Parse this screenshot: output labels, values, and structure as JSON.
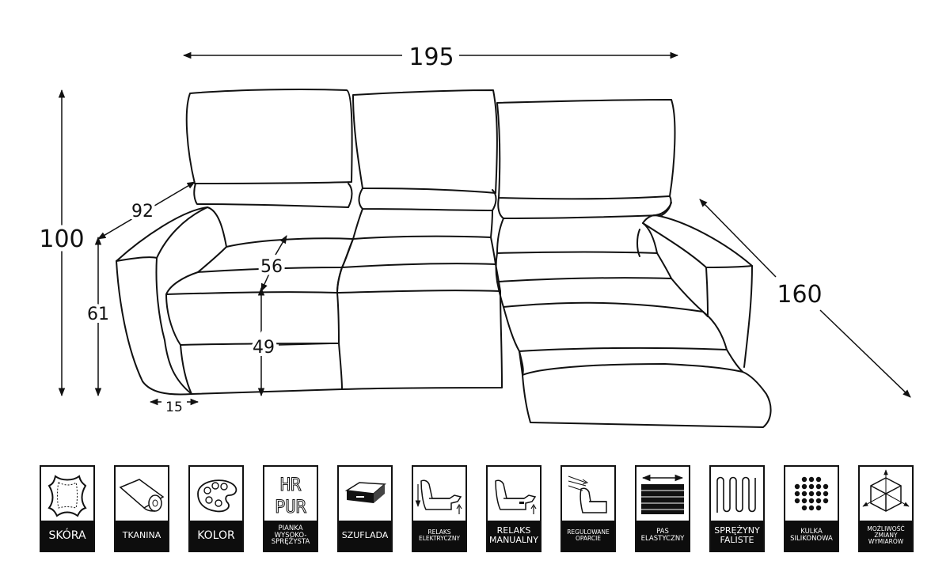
{
  "dimensions": {
    "width": "195",
    "height": "100",
    "depth": "92",
    "seat_depth": "56",
    "arm_height": "61",
    "seat_height": "49",
    "arm_width": "15",
    "extended_depth": "160"
  },
  "features": [
    {
      "id": "skora",
      "label": "SKÓRA",
      "icon": "leather-hide-icon"
    },
    {
      "id": "tkanina",
      "label": "TKANINA",
      "icon": "fabric-roll-icon"
    },
    {
      "id": "kolor",
      "label": "KOLOR",
      "icon": "paint-palette-icon"
    },
    {
      "id": "pianka",
      "label": "PIANKA\nWYSOKO-\nSPRĘŻYSTA",
      "icon_text": "HR\nPUR",
      "icon": "hr-pur-foam-icon"
    },
    {
      "id": "szuflada",
      "label": "SZUFLADA",
      "icon": "drawer-icon"
    },
    {
      "id": "relaks-elektryczny",
      "label": "RELAKS\nELEKTRYCZNY",
      "icon": "electric-recliner-icon"
    },
    {
      "id": "relaks-manualny",
      "label": "RELAKS\nMANUALNY",
      "icon": "manual-recliner-icon"
    },
    {
      "id": "regulowane-oparcie",
      "label": "REGULOWANE\nOPARCIE",
      "icon": "adjustable-backrest-icon"
    },
    {
      "id": "pas-elastyczny",
      "label": "PAS\nELASTYCZNY",
      "icon": "elastic-belt-icon"
    },
    {
      "id": "sprezyny",
      "label": "SPRĘŻYNY\nFALISTE",
      "icon": "wave-springs-icon"
    },
    {
      "id": "kulka",
      "label": "KULKA\nSILIKONOWA",
      "icon": "silicone-ball-icon"
    },
    {
      "id": "mozliwosc",
      "label": "MOŻLIWOŚĆ\nZMIANY\nWYMIARÓW",
      "icon": "resize-cube-icon"
    }
  ]
}
